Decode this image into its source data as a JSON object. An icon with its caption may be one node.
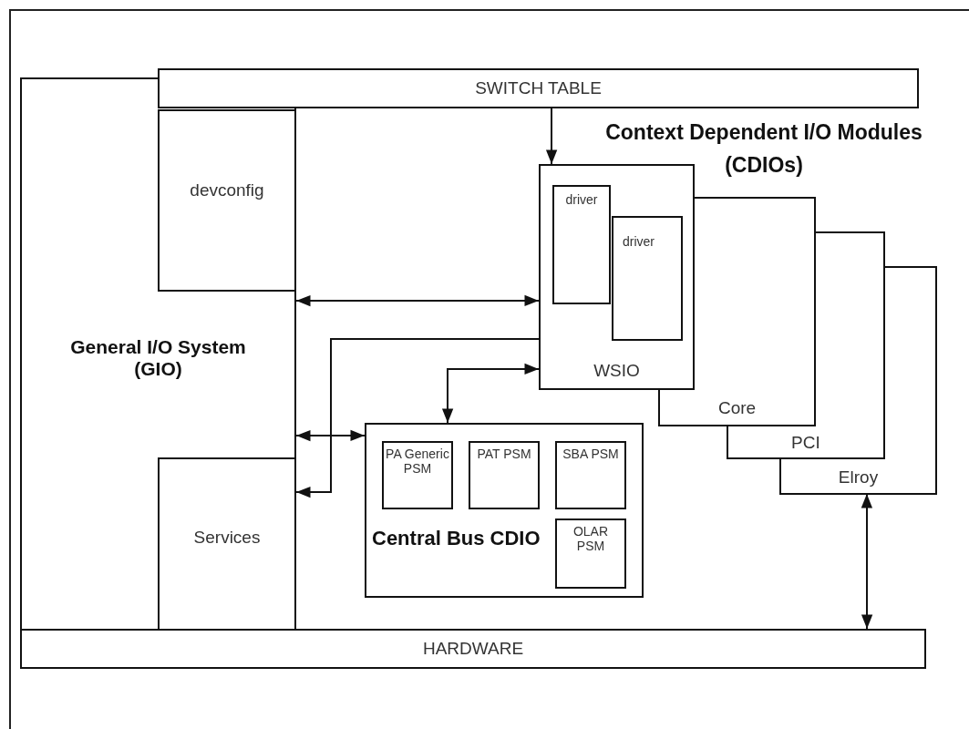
{
  "diagram": {
    "nodes": [
      {
        "text": [
          "SWITCH TABLE"
        ]
      },
      {
        "text": [
          "General I/O System (GIO)"
        ]
      },
      {
        "text": [
          "devconfig"
        ],
        "in": 1
      },
      {
        "text": [
          "Services"
        ],
        "in": 1
      },
      {
        "text": [
          "WSIO"
        ]
      },
      {
        "text": [
          "driver"
        ],
        "in": 4
      },
      {
        "text": [
          "driver"
        ],
        "in": 4
      },
      {
        "text": [
          "Core"
        ]
      },
      {
        "text": [
          "PCI"
        ]
      },
      {
        "text": [
          "Elroy"
        ]
      },
      {
        "text": [
          "Central Bus CDIO"
        ]
      },
      {
        "text": [
          "PA Generic PSM"
        ],
        "in": 10
      },
      {
        "text": [
          "PAT PSM"
        ],
        "in": 10
      },
      {
        "text": [
          "SBA PSM"
        ],
        "in": 10
      },
      {
        "text": [
          "OLAR PSM"
        ],
        "in": 10
      },
      {
        "text": [
          "HARDWARE"
        ]
      }
    ],
    "edges": [
      {
        "from": 0,
        "to": 4,
        "arrow": "to"
      },
      {
        "from": 1,
        "to": 4,
        "arrow": "both"
      },
      {
        "from": 4,
        "to": 1,
        "arrow": "to"
      },
      {
        "from": 10,
        "to": 4,
        "arrow": "both"
      },
      {
        "from": 1,
        "to": 10,
        "arrow": "both"
      },
      {
        "from": 9,
        "to": 15,
        "arrow": "both"
      }
    ],
    "labels": [
      "Context Dependent I/O Modules (CDIOs)"
    ]
  }
}
